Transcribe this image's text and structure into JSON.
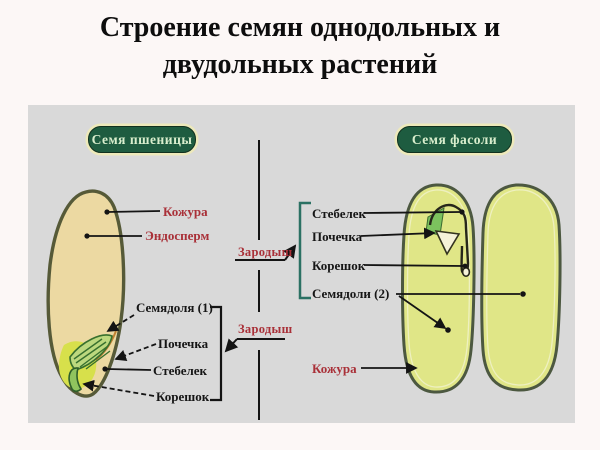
{
  "slide": {
    "title_line1": "Строение семян однодольных и",
    "title_line2": "двудольных растений"
  },
  "wheat": {
    "header": "Семя пшеницы",
    "labels": {
      "kozhura": "Кожура",
      "endosperm": "Эндосперм",
      "semyadolya": "Семядоля (1)",
      "pochechka": "Почечка",
      "stebelek": "Стебелек",
      "koreshok": "Корешок",
      "zarodysh": "Зародыш"
    }
  },
  "bean": {
    "header": "Семя фасоли",
    "labels": {
      "stebelek": "Стебелек",
      "pochechka": "Почечка",
      "koreshok": "Корешок",
      "semyadoli": "Семядоли (2)",
      "kozhura": "Кожура",
      "zarodysh": "Зародыш"
    }
  },
  "colors": {
    "header_green": "#1e5c40",
    "label_red": "#a93038",
    "label_black": "#161616",
    "panel_gray": "#d9d9d9",
    "wheat_fill": "#ecd9a2",
    "cotyledon_fill": "#e0e687",
    "embryo_green": "#7cc25e",
    "embryo_yellow": "#d7e04b",
    "bracket_teal": "#2b7163"
  }
}
